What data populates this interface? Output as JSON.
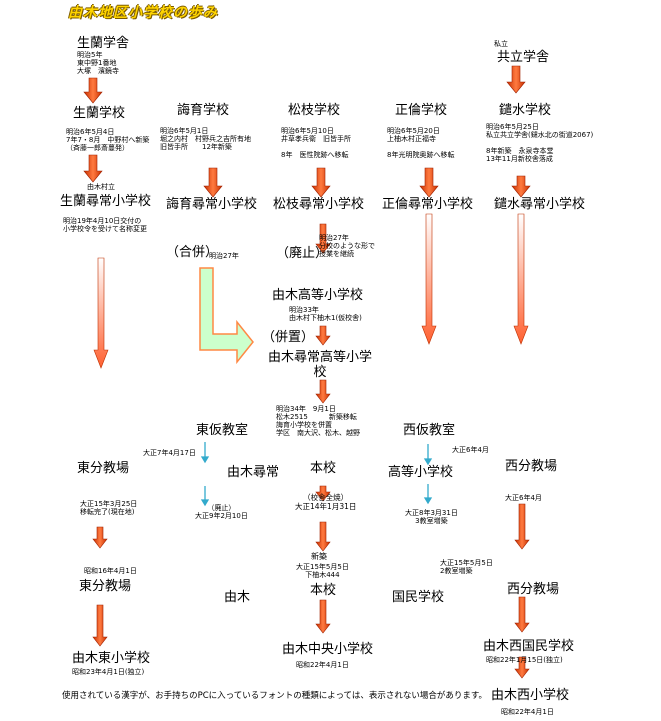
{
  "title": "由木地区小学校の歩み",
  "columns": {
    "shoran": {
      "n1": "生蘭学舎",
      "n1_note": "明治5年\n東中野1番地\n大塚　濱鏡寺",
      "n2": "生蘭学校",
      "n2_note": "明治6年5月4日\n7年7・8月　中野村へ新築\n（斉藤一郎斎蔓発）",
      "n3_pre": "由木村立",
      "n3": "生蘭尋常小学校",
      "n3_note": "明治19年4月10日交付の\n小学校令を受けて名称変更"
    },
    "kaiiku": {
      "n1": "誨育学校",
      "n1_note": "明治6年5月1日\n堀之内村　村野兵之吉所有地\n旧皆手所　　12年新築",
      "n2": "誨育尋常小学校"
    },
    "shoshi": {
      "n1": "松枝学校",
      "n1_note": "明治6年5月10日\n井草孝兵衛　旧皆手所\n\n8年　医性院跡へ移転",
      "n2": "松枝尋常小学校",
      "n2_note": "明治27年\n分校のような形で\n授業を継続"
    },
    "seirin": {
      "n1": "正倫学校",
      "n1_note": "明治6年5月20日\n上柚木村正福寺\n\n8年光明院奥跡へ移転",
      "n2": "正倫尋常小学校"
    },
    "kyoritsu": {
      "n0": "私立",
      "n1": "共立学舎",
      "n2": "鑓水学校",
      "n2_note": "明治6年5月25日\n私立共立学舎(鑓水北の街道2067)\n\n8年新築　永泉寺本堂\n13年11月新校舎落成",
      "n3": "鑓水尋常小学校"
    }
  },
  "merge_label": "（合併）",
  "merge_year": "明治27年",
  "abolish_label": "（廃止）",
  "koto": {
    "name": "由木高等小学校",
    "note": "明治33年\n由木村下柚木1(仮校舎)"
  },
  "heichi_label": "（併置）",
  "jinjo_koto": {
    "name": "由木尋常高等小学\n校",
    "note": "明治34年　9月1日\n松木2515　　　新築移転\n誨育小学校を併置\n学区　南大沢、松木、越野"
  },
  "east": {
    "kari": "東仮教室",
    "kari_date": "大正7年4月17日",
    "bunkyo": "東分教場",
    "date2": "大正15年3月25日\n移転完了(現在地)",
    "date3": "昭和16年4月1日",
    "bunkyo2": "東分教場",
    "final": "由木東小学校",
    "final_date": "昭和23年4月1日(独立)"
  },
  "yugi_jinjo": {
    "name": "由木尋常",
    "note": "（廃止）\n大正9年2月10日",
    "later": "由木"
  },
  "honko": {
    "name": "本校",
    "fire": "（校舎全焼）\n大正14年1月31日",
    "shinchiku": "新築",
    "shinchiku_note": "大正15年5月5日\n下柚木444",
    "name2": "本校",
    "final": "由木中央小学校",
    "final_date": "昭和22年4月1日"
  },
  "west": {
    "kari": "西仮教室",
    "kari_date": "大正6年4月",
    "koto": "高等小学校",
    "koto_note": "大正8年3月31日\n3教室増築",
    "ext_note": "大正15年5月5日\n2教室増築",
    "kokumin": "国民学校",
    "bunkyo": "西分教場",
    "bunkyo_date": "大正6年4月",
    "bunkyo2": "西分教場",
    "final1": "由木西国民学校",
    "final1_date": "昭和22年1月15日(独立)",
    "final2": "由木西小学校",
    "final2_date": "昭和22年4月1日"
  },
  "footer": "使用されている漢字が、お手持ちのPCに入っているフォントの種類によっては、表示されない場合があります。",
  "colors": {
    "arrow": "#f05a30",
    "arrow_dark": "#b02000",
    "small_arrow": "#33aacc",
    "merge_fill": "#ccffcc",
    "merge_stroke": "#ff8844",
    "title": "#ffd400"
  }
}
